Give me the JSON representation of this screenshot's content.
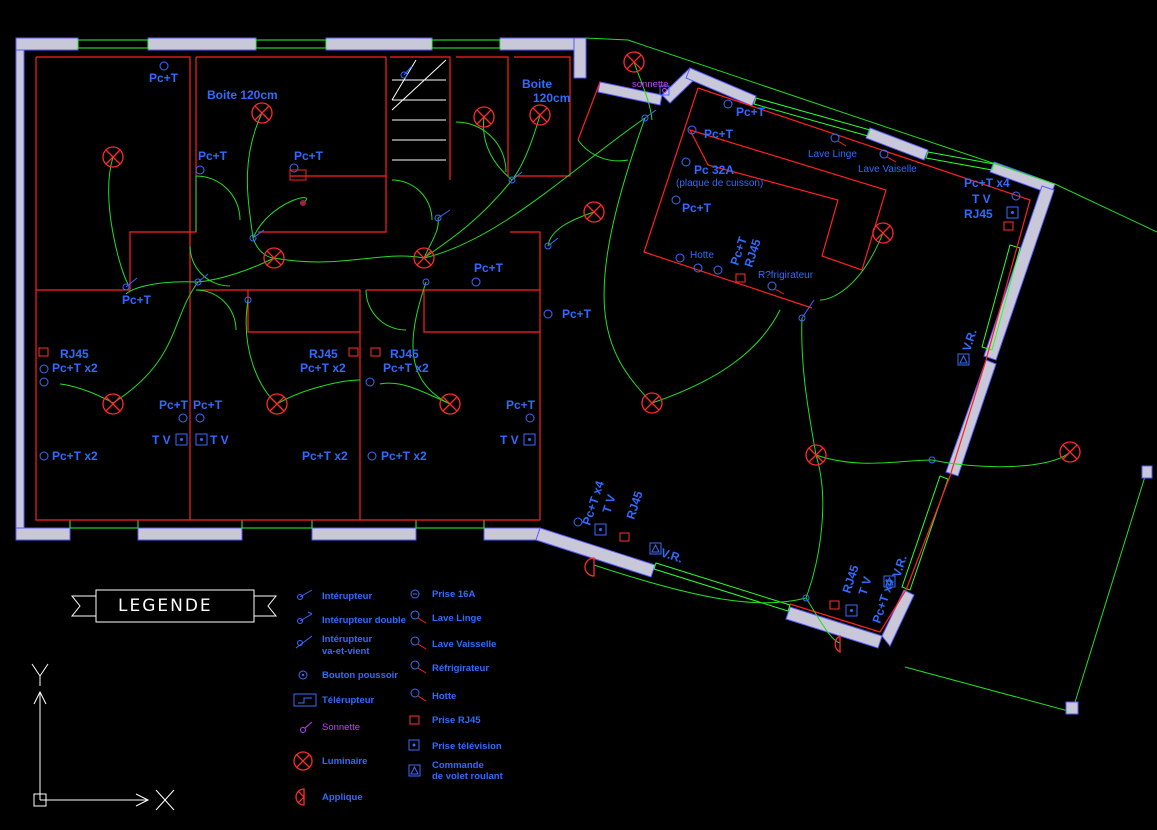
{
  "labels": {
    "pct": "Pc+T",
    "pct_x2": "Pc+T x2",
    "pct_x4": "Pc+T x4",
    "rj45": "RJ45",
    "tv": "T V",
    "boite1": "Boite 120cm",
    "boite2a": "Boite",
    "boite2b": "120cm",
    "sonnette": "sonnette",
    "lave_linge": "Lave Linge",
    "lave_vaisselle": "Lave Vaiselle",
    "pc32a": "Pc 32A",
    "pc32a_note": "(plaque de cuisson)",
    "hotte": "Hotte",
    "refrigerateur": "R?frigirateur",
    "vr": "V.R."
  },
  "legend": {
    "title": "LEGENDE",
    "items_left": [
      {
        "icon": "switch-icon",
        "label": "Intérupteur"
      },
      {
        "icon": "double-switch-icon",
        "label": "Intérupteur double"
      },
      {
        "icon": "two-way-switch-icon",
        "label": "Intérupteur",
        "label2": "va-et-vient"
      },
      {
        "icon": "push-button-icon",
        "label": "Bouton poussoir"
      },
      {
        "icon": "remote-switch-icon",
        "label": "Télérupteur"
      },
      {
        "icon": "doorbell-icon",
        "label": "Sonnette"
      },
      {
        "icon": "light-fixture-icon",
        "label": "Luminaire"
      },
      {
        "icon": "wall-light-icon",
        "label": "Applique"
      }
    ],
    "items_right": [
      {
        "icon": "outlet-16a-icon",
        "label": "Prise 16A"
      },
      {
        "icon": "washing-machine-icon",
        "label": "Lave Linge"
      },
      {
        "icon": "dishwasher-icon",
        "label": "Lave Vaisselle"
      },
      {
        "icon": "fridge-icon",
        "label": "Réfrigirateur"
      },
      {
        "icon": "hood-icon",
        "label": "Hotte"
      },
      {
        "icon": "rj45-outlet-icon",
        "label": "Prise RJ45"
      },
      {
        "icon": "tv-outlet-icon",
        "label": "Prise télévision"
      },
      {
        "icon": "shutter-control-icon",
        "label": "Commande",
        "label2": "de volet roulant"
      }
    ]
  },
  "colors": {
    "background": "#000000",
    "wall": "#c8c8d8",
    "partition": "#ff2020",
    "wiring": "#22dd22",
    "label": "#2f6bff"
  }
}
